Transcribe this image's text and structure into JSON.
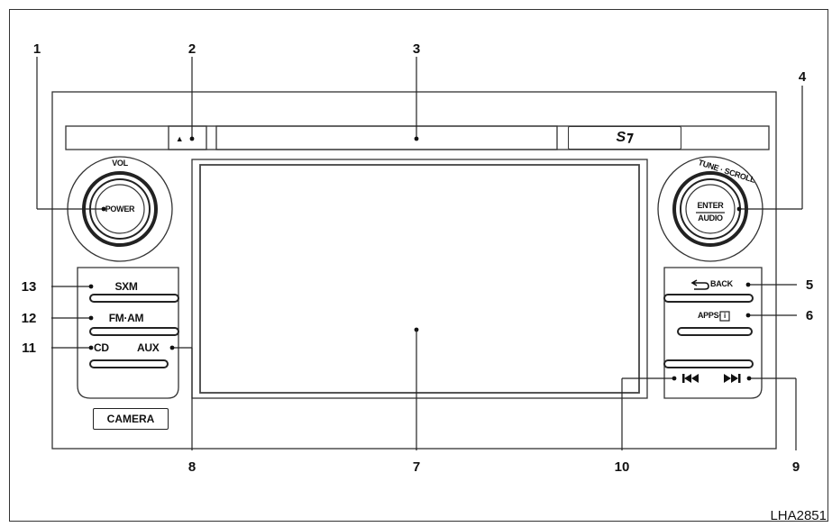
{
  "callouts": [
    "1",
    "2",
    "3",
    "4",
    "5",
    "6",
    "7",
    "8",
    "9",
    "10",
    "11",
    "12",
    "13"
  ],
  "knob_left": {
    "top_label": "VOL",
    "center_label": "POWER"
  },
  "knob_right": {
    "top_label": "TUNE · SCROLL",
    "center_top": "ENTER",
    "center_bottom": "AUDIO"
  },
  "left_buttons": {
    "sxm": "SXM",
    "fm_am": "FM·AM",
    "cd": "CD",
    "aux": "AUX",
    "camera": "CAMERA"
  },
  "right_buttons": {
    "back": "BACK",
    "apps": "APPS·",
    "info": "i"
  },
  "top_strip": {
    "eject_symbol": "▲",
    "sd_logo": "S⁊"
  },
  "figure_code": "LHA2851"
}
